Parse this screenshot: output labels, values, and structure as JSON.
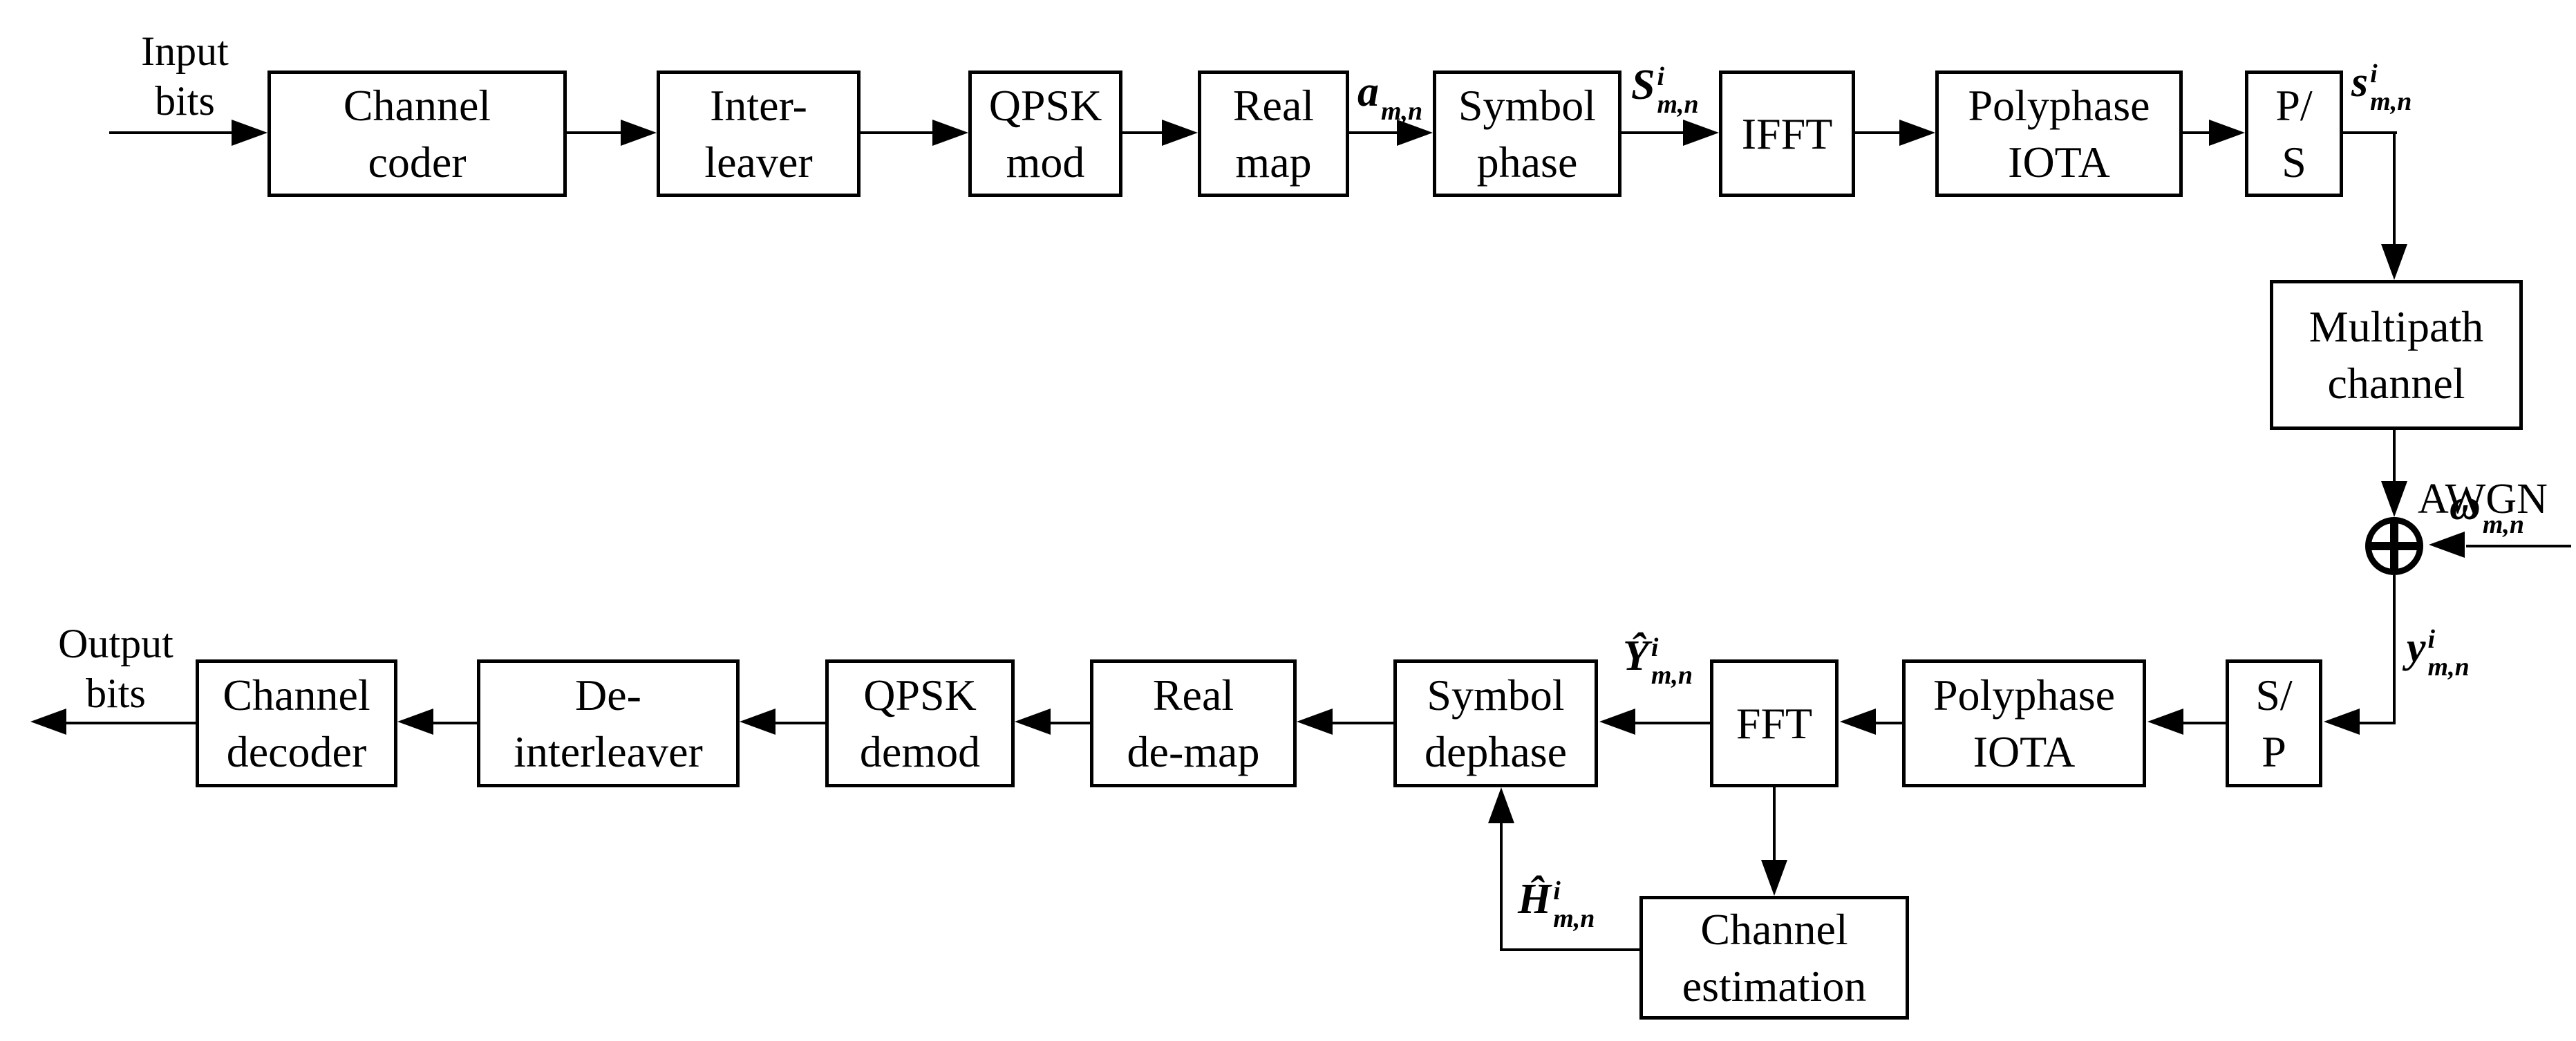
{
  "tx": {
    "input_line1": "Input",
    "input_line2": "bits",
    "blocks": [
      {
        "line1": "Channel",
        "line2": "coder"
      },
      {
        "line1": "Inter-",
        "line2": "leaver"
      },
      {
        "line1": "QPSK",
        "line2": "mod"
      },
      {
        "line1": "Real",
        "line2": "map"
      },
      {
        "line1": "Symbol",
        "line2": "phase"
      },
      {
        "line1": "IFFT",
        "line2": ""
      },
      {
        "line1": "Polyphase",
        "line2": "IOTA"
      },
      {
        "line1": "P/",
        "line2": "S"
      }
    ]
  },
  "channel": {
    "multipath_line1": "Multipath",
    "multipath_line2": "channel",
    "awgn": "AWGN"
  },
  "rx": {
    "output_line1": "Output",
    "output_line2": "bits",
    "blocks": [
      {
        "line1": "S/",
        "line2": "P"
      },
      {
        "line1": "Polyphase",
        "line2": "IOTA"
      },
      {
        "line1": "FFT",
        "line2": ""
      },
      {
        "line1": "Symbol",
        "line2": "dephase"
      },
      {
        "line1": "Real",
        "line2": "de-map"
      },
      {
        "line1": "QPSK",
        "line2": "demod"
      },
      {
        "line1": "De-",
        "line2": "interleaver"
      },
      {
        "line1": "Channel",
        "line2": "decoder"
      },
      {
        "line1": "Channel",
        "line2": "estimation"
      }
    ]
  },
  "signals": {
    "a_mn": {
      "base": "a",
      "sup": "",
      "sub": "m,n"
    },
    "S_mn": {
      "base": "S",
      "sup": "i",
      "sub": "m,n"
    },
    "s_mn": {
      "base": "s",
      "sup": "i",
      "sub": "m,n"
    },
    "omega_mn": {
      "base": "ω",
      "sup": "",
      "sub": "m,n"
    },
    "y_mn": {
      "base": "y",
      "sup": "i",
      "sub": "m,n"
    },
    "Y_hat_mn": {
      "base": "Ŷ",
      "sup": "i",
      "sub": "m,n"
    },
    "H_hat_mn": {
      "base": "Ĥ",
      "sup": "i",
      "sub": "m,n"
    }
  },
  "colors": {
    "line": "#000000",
    "background": "#ffffff"
  }
}
